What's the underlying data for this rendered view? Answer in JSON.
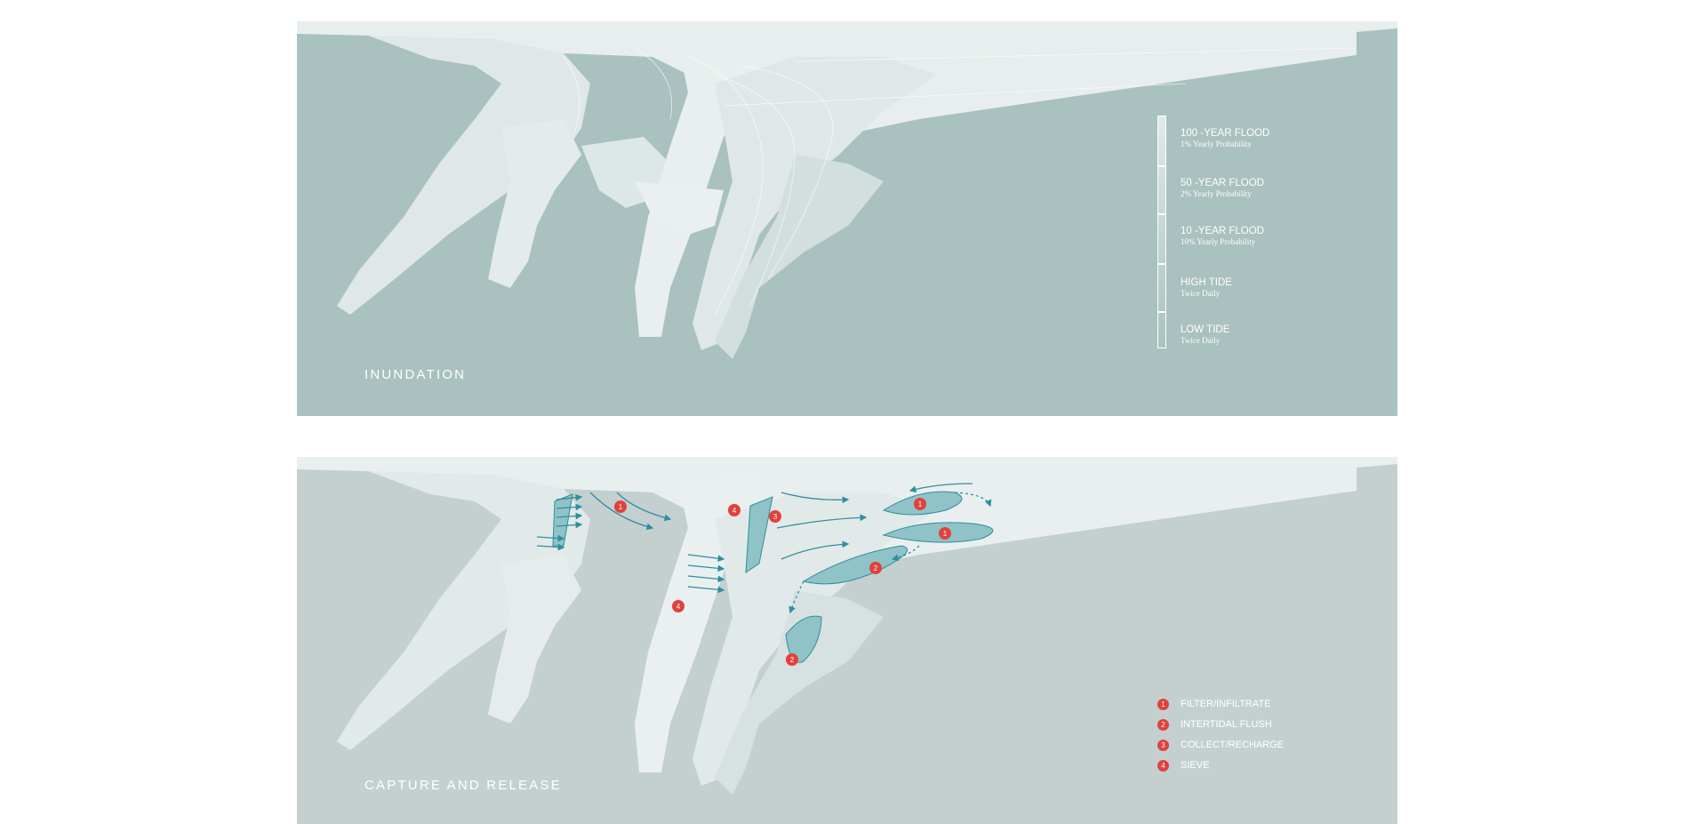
{
  "panels": {
    "top": {
      "title": "INUNDATION",
      "scale": [
        {
          "label": "100 -YEAR FLOOD",
          "sub": "1% Yearly Probability"
        },
        {
          "label": "50 -YEAR FLOOD",
          "sub": "2% Yearly Probability"
        },
        {
          "label": "10 -YEAR FLOOD",
          "sub": "10% Yearly Probability"
        },
        {
          "label": "HIGH TIDE",
          "sub": "Twice Daily"
        },
        {
          "label": "LOW TIDE",
          "sub": "Twice Daily"
        }
      ]
    },
    "bottom": {
      "title": "CAPTURE AND RELEASE",
      "legend": [
        {
          "num": "1",
          "label": "FILTER/INFILTRATE"
        },
        {
          "num": "2",
          "label": "INTERTIDAL FLUSH"
        },
        {
          "num": "3",
          "label": "COLLECT/RECHARGE"
        },
        {
          "num": "4",
          "label": "SIEVE"
        }
      ],
      "markers": [
        "1",
        "4",
        "3",
        "1",
        "1",
        "2",
        "4",
        "2"
      ]
    }
  },
  "colors": {
    "inundation_water": "#a9c1bf",
    "capture_water": "#c4d0d0",
    "land": "#e9f0ef",
    "flow_arrows": "#2f8fa0",
    "marker": "#e0423b"
  }
}
